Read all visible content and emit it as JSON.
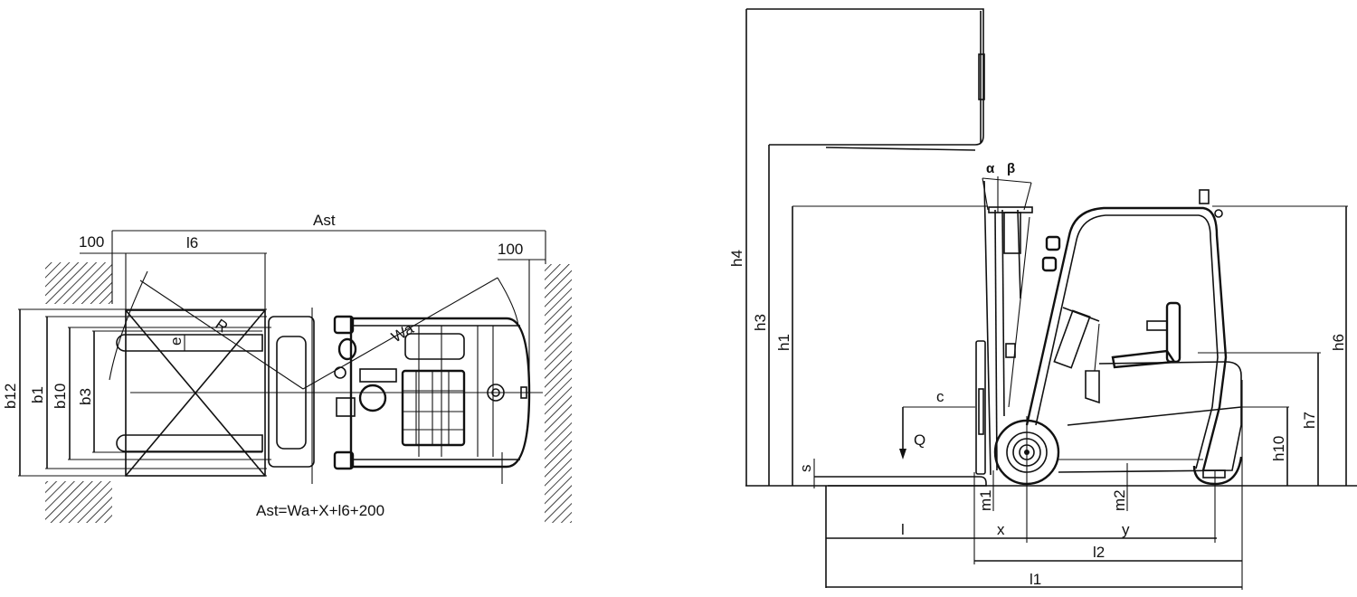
{
  "diagram": {
    "subject": "Three-wheel electric forklift dimension drawing",
    "views": [
      "top-view",
      "side-view"
    ],
    "top_view": {
      "labels": {
        "ast": "Ast",
        "clearance_left": "100",
        "clearance_right": "100",
        "l6": "l6",
        "b12": "b12",
        "b1": "b1",
        "b10": "b10",
        "b3": "b3",
        "e": "e",
        "r": "R",
        "wa": "Wa"
      },
      "formula": "Ast=Wa+X+l6+200"
    },
    "side_view": {
      "labels": {
        "h4": "h4",
        "h3": "h3",
        "h1": "h1",
        "h6": "h6",
        "h7": "h7",
        "h10": "h10",
        "alpha": "α",
        "beta": "β",
        "c": "c",
        "q": "Q",
        "s": "s",
        "m1": "m1",
        "m2": "m2",
        "l": "l",
        "x": "x",
        "y": "y",
        "l2": "l2",
        "l1": "l1"
      }
    },
    "colors": {
      "line": "#111111",
      "background": "#ffffff"
    }
  }
}
